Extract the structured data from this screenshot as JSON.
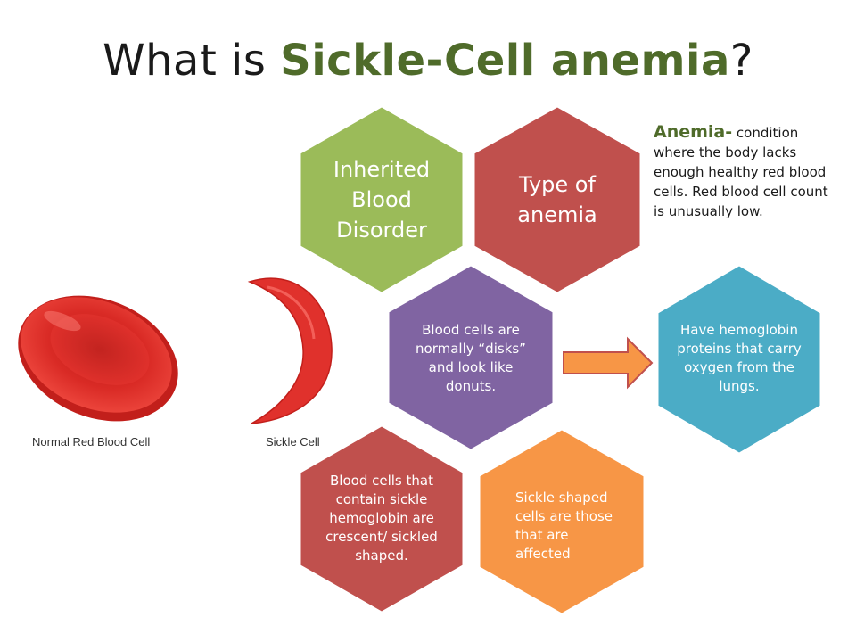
{
  "title": {
    "prefix": "What is ",
    "highlight": "Sickle-Cell anemia",
    "suffix": "?"
  },
  "hexagons": {
    "inherited": "Inherited Blood Disorder",
    "type": "Type of anemia",
    "normal": "Blood cells are normally “disks” and look like donuts.",
    "hemoglobin": "Have hemoglobin proteins that carry oxygen from the lungs.",
    "crescent": "Blood cells that contain sickle hemoglobin are crescent/ sickled shaped.",
    "affected": "Sickle shaped cells are those that are affected"
  },
  "definition": {
    "term": "Anemia-",
    "text": " condition where the body lacks enough healthy red blood cells. Red blood cell count is unusually low."
  },
  "illustration": {
    "normal_caption": "Normal Red Blood Cell",
    "sickle_caption": "Sickle Cell"
  },
  "colors": {
    "title_highlight": "#4f6b2a",
    "green": "#9bbb59",
    "red": "#c0504d",
    "purple": "#8064a2",
    "teal": "#4bacc6",
    "orange": "#f79646",
    "cell_red": "#e0312c"
  }
}
